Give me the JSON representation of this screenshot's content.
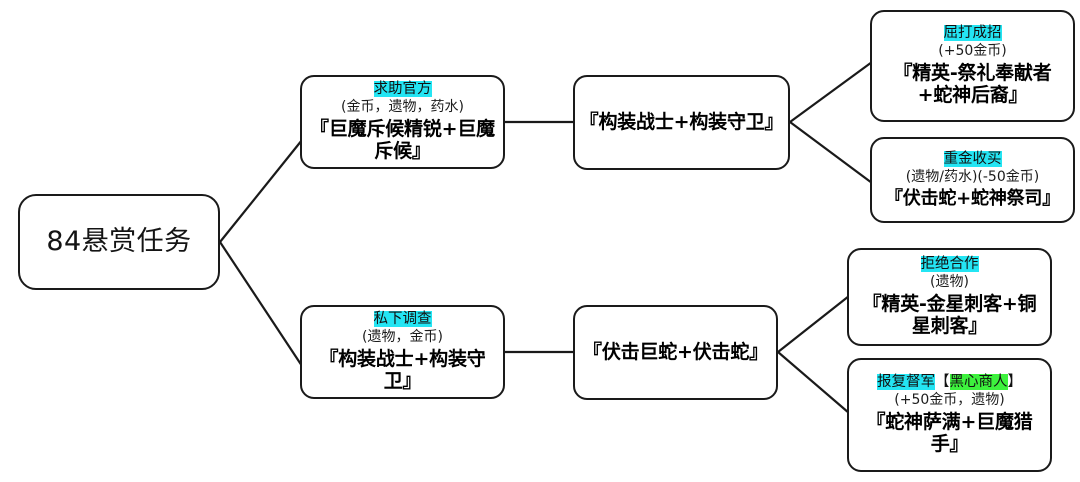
{
  "diagram": {
    "type": "decision-tree-flowchart",
    "root": {
      "label": "84悬赏任务"
    },
    "branches": [
      {
        "id": "branch-upper",
        "choice_node": {
          "choice": "求助官方",
          "choice_highlight": "cyan",
          "reward": "(金币，遗物，药水)",
          "enemies": "『巨魔斥候精锐+巨魔斥候』"
        },
        "middle_node": {
          "enemies": "『构装战士+构装守卫』"
        },
        "outcomes": [
          {
            "choice": "屈打成招",
            "choice_highlight": "cyan",
            "reward": "(+50金币)",
            "enemies": "『精英-祭礼奉献者+蛇神后裔』"
          },
          {
            "choice": "重金收买",
            "choice_highlight": "cyan",
            "reward": "(遗物/药水)(-50金币)",
            "enemies": "『伏击蛇+蛇神祭司』"
          }
        ]
      },
      {
        "id": "branch-lower",
        "choice_node": {
          "choice": "私下调查",
          "choice_highlight": "cyan",
          "reward": "(遗物，金币)",
          "enemies": "『构装战士+构装守卫』"
        },
        "middle_node": {
          "enemies": "『伏击巨蛇+伏击蛇』"
        },
        "outcomes": [
          {
            "choice": "拒绝合作",
            "choice_highlight": "cyan",
            "reward": "(遗物)",
            "enemies": "『精英-金星刺客+铜星刺客』"
          },
          {
            "choice": "报复督军",
            "choice_highlight": "cyan",
            "choice_extra_open": "【",
            "choice_extra": "黑心商人",
            "choice_extra_highlight": "green",
            "choice_extra_close": "】",
            "reward": "(+50金币，遗物)",
            "enemies": "『蛇神萨满+巨魔猎手』"
          }
        ]
      }
    ],
    "colors": {
      "highlight_cyan": "#24e5f3",
      "highlight_green": "#3df23d",
      "node_border": "#1a1a1a",
      "background": "#ffffff",
      "text": "#111111"
    }
  }
}
